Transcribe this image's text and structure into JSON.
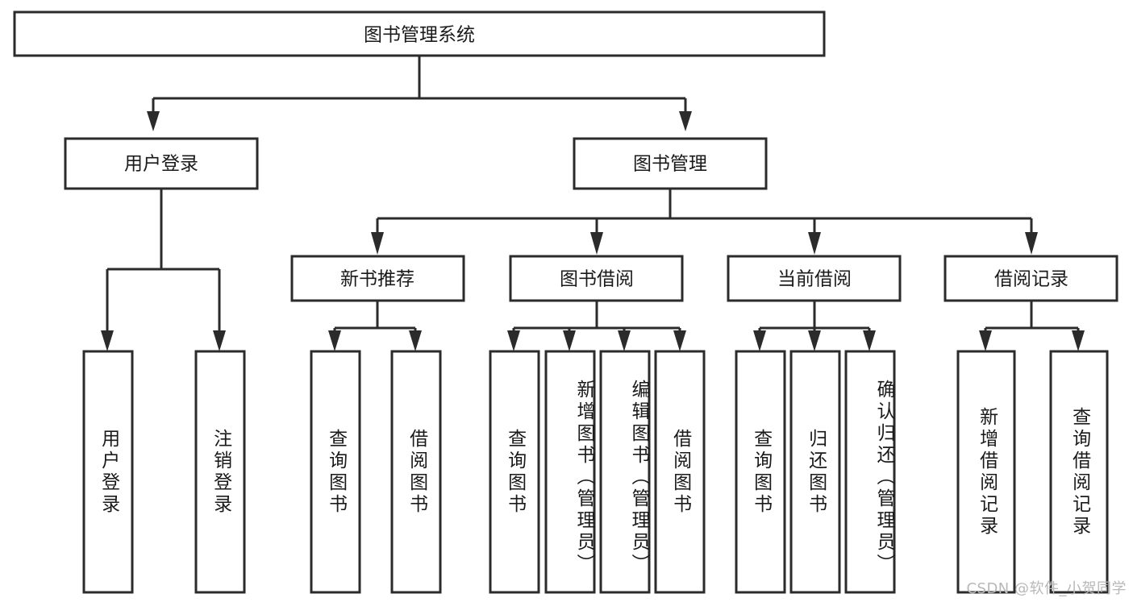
{
  "diagram": {
    "title": "图书管理系统",
    "type": "功能结构图",
    "watermark": "CSDN @软件_小贺同学",
    "colors": {
      "stroke": "#2b2b2b",
      "fill": "#ffffff",
      "text": "#1a1a1a",
      "watermark": "#b8b8b8",
      "background": "#ffffff"
    },
    "root": {
      "label": "图书管理系统"
    },
    "level1": [
      {
        "label": "用户登录"
      },
      {
        "label": "图书管理"
      }
    ],
    "level2": [
      {
        "label": "新书推荐"
      },
      {
        "label": "图书借阅"
      },
      {
        "label": "当前借阅"
      },
      {
        "label": "借阅记录"
      }
    ],
    "leaves": {
      "user_login": [
        {
          "label": "用户登录"
        },
        {
          "label": "注销登录"
        }
      ],
      "new_book_recommend": [
        {
          "label": "查询图书"
        },
        {
          "label": "借阅图书"
        }
      ],
      "book_borrow": [
        {
          "label": "查询图书"
        },
        {
          "label": "新增图书（管理员）"
        },
        {
          "label": "编辑图书（管理员）"
        },
        {
          "label": "借阅图书"
        }
      ],
      "current_borrow": [
        {
          "label": "查询图书"
        },
        {
          "label": "归还图书"
        },
        {
          "label": "确认归还（管理员）"
        }
      ],
      "borrow_record": [
        {
          "label": "新增借阅记录"
        },
        {
          "label": "查询借阅记录"
        }
      ]
    }
  }
}
